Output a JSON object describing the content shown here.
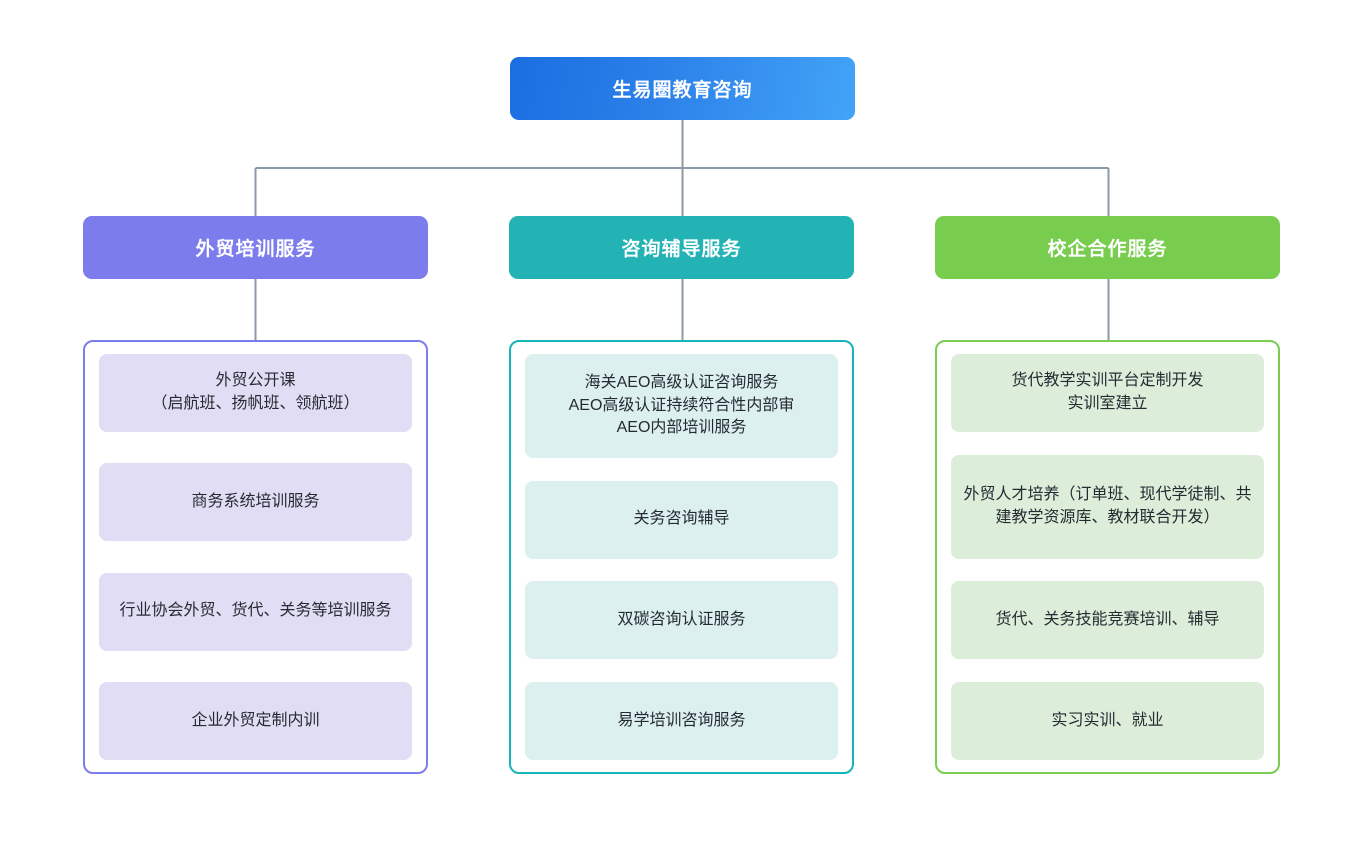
{
  "diagram": {
    "type": "org-chart",
    "orientation": "top-down",
    "levels": 3,
    "connector_color": "#8d99a6"
  },
  "root": {
    "label": "生易圈教育咨询",
    "color_from": "#1a6ee0",
    "color_to": "#42a3f7"
  },
  "branches": [
    {
      "label": "外贸培训服务",
      "accent": "#7c7ced",
      "item_fill": "#e1ddf4",
      "items": [
        "外贸公开课\n（启航班、扬帆班、领航班）",
        "商务系统培训服务",
        "行业协会外贸、货代、关务等培训服务",
        "企业外贸定制内训"
      ]
    },
    {
      "label": "咨询辅导服务",
      "accent": "#23b3b5",
      "item_fill": "#dcf0f0",
      "items": [
        "海关AEO高级认证咨询服务\nAEO高级认证持续符合性内部审\nAEO内部培训服务",
        "关务咨询辅导",
        "双碳咨询认证服务",
        "易学培训咨询服务"
      ]
    },
    {
      "label": "校企合作服务",
      "accent": "#78cc4e",
      "item_fill": "#dcedd9",
      "items": [
        "货代教学实训平台定制开发\n实训室建立",
        "外贸人才培养（订单班、现代学徒制、共建教学资源库、教材联合开发）",
        "货代、关务技能竞赛培训、辅导",
        "实习实训、就业"
      ]
    }
  ]
}
